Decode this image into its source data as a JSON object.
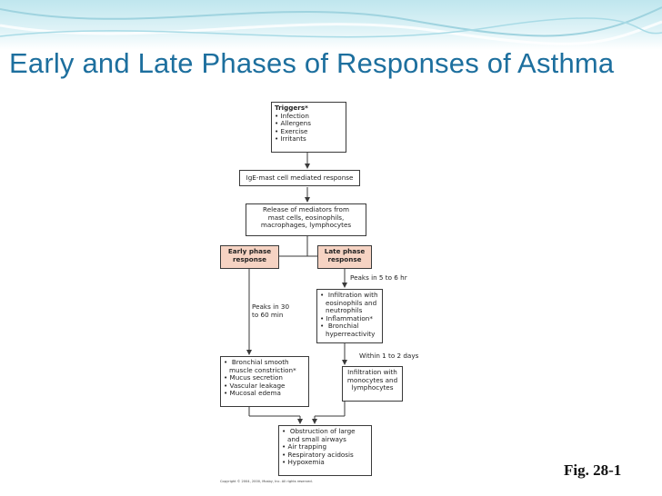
{
  "slide": {
    "title": "Early and Late Phases of Responses of Asthma",
    "figure_label": "Fig. 28-1",
    "colors": {
      "title": "#1d6f9e",
      "band": "#bfe6ee",
      "highlight_box": "#f6d3c3"
    }
  },
  "diagram": {
    "triggers": {
      "title": "Triggers*",
      "items": [
        "Infection",
        "Allergens",
        "Exercise",
        "Irritants"
      ]
    },
    "ige_response": "IgE-mast cell mediated response",
    "release_mediators": [
      "Release of mediators from",
      "mast cells, eosinophils,",
      "macrophages, lymphocytes"
    ],
    "early_phase": [
      "Early phase",
      "response"
    ],
    "late_phase": [
      "Late phase",
      "response"
    ],
    "peaks_late": "Peaks in 5 to 6 hr",
    "late_effects": {
      "items": [
        [
          "Infiltration with",
          "eosinophils and",
          "neutrophils"
        ],
        [
          "Inflammation*"
        ],
        [
          "Bronchial",
          "hyperreactivity"
        ]
      ]
    },
    "peaks_early": [
      "Peaks in 30",
      "to 60 min"
    ],
    "within_days": "Within 1 to 2 days",
    "early_effects": {
      "items": [
        [
          "Bronchial smooth",
          "muscle constriction*"
        ],
        [
          "Mucus secretion"
        ],
        [
          "Vascular leakage"
        ],
        [
          "Mucosal edema"
        ]
      ]
    },
    "infiltration_monocytes": [
      "Infiltration with",
      "monocytes and",
      "lymphocytes"
    ],
    "outcomes": {
      "items": [
        [
          "Obstruction of large",
          "and small airways"
        ],
        [
          "Air trapping"
        ],
        [
          "Respiratory acidosis"
        ],
        [
          "Hypoxemia"
        ]
      ]
    },
    "copyright": "Copyright © 2004, 2000, Mosby, Inc. All rights reserved."
  }
}
